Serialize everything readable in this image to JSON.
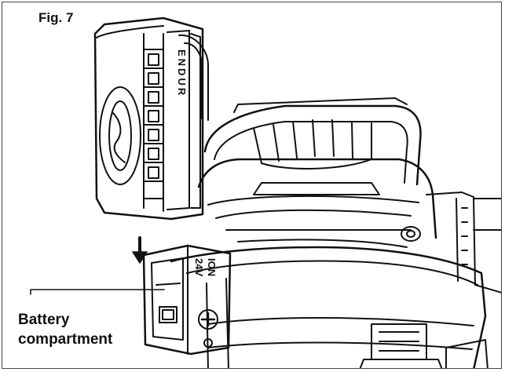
{
  "figure": {
    "label": "Fig. 7",
    "callout": {
      "line1": "Battery",
      "line2": "compartment"
    },
    "battery_brand_text": "ENDUR",
    "battery_voltage_text": "24V",
    "battery_chem_text": "ION"
  },
  "colors": {
    "line": "#111111",
    "paper": "#ffffff"
  }
}
